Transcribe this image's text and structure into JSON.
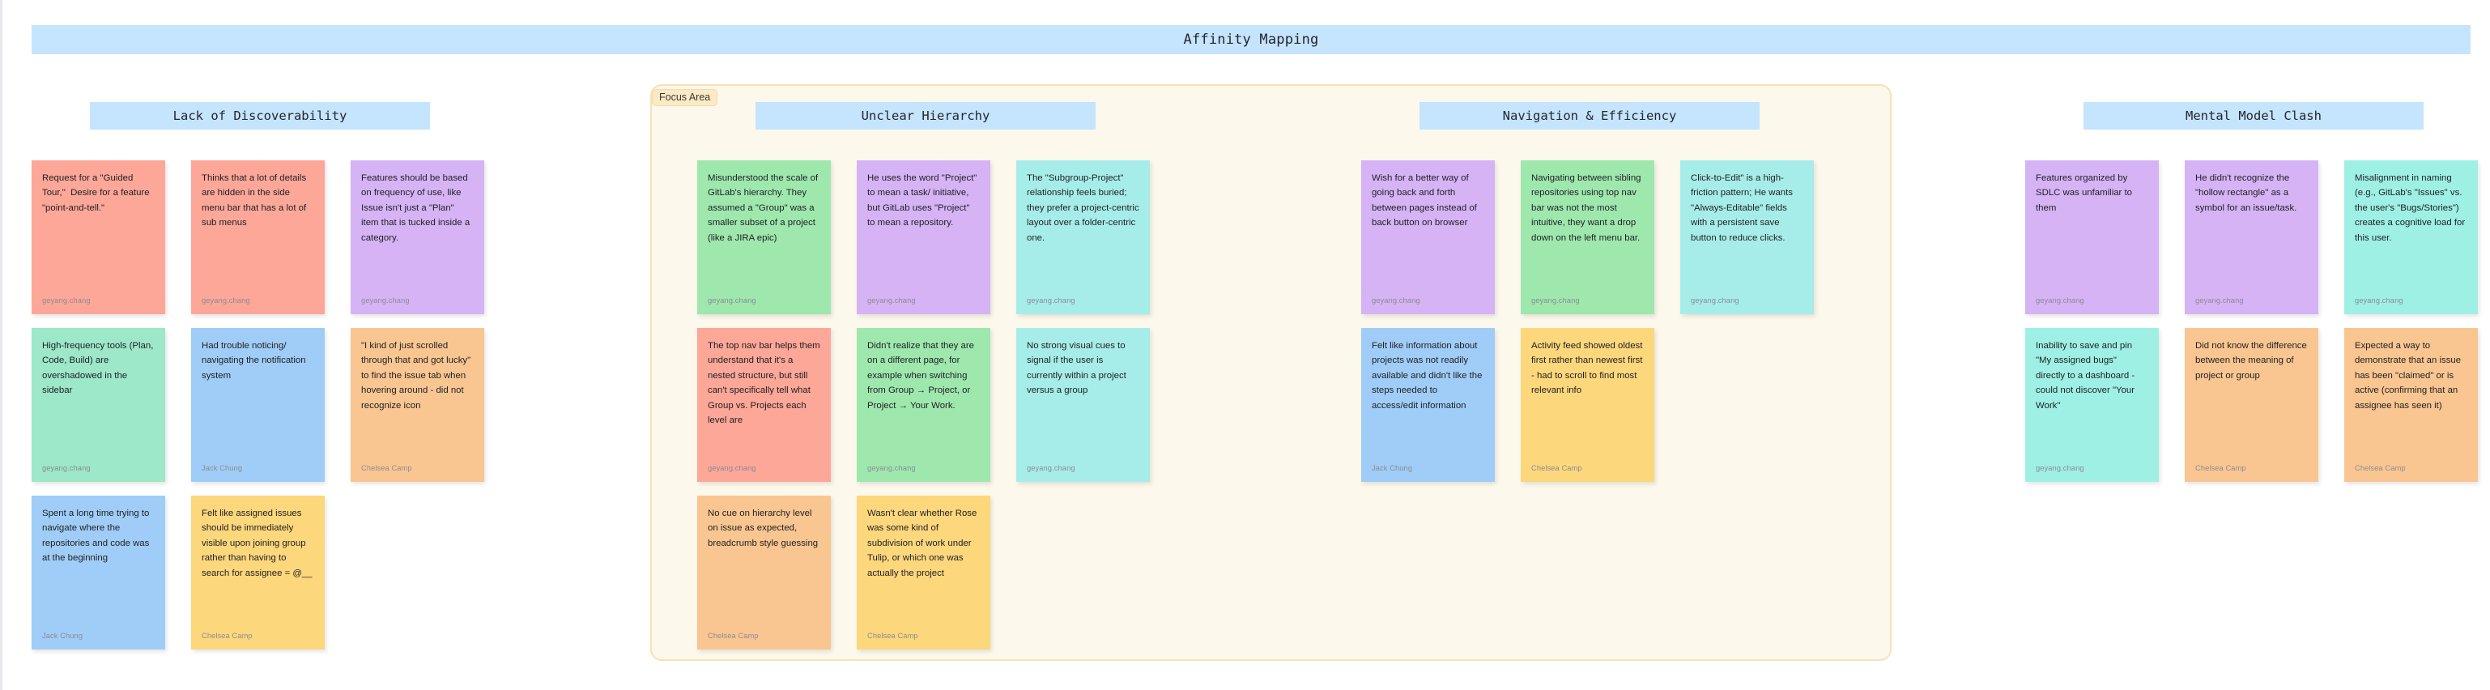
{
  "board": {
    "title": "Affinity Mapping",
    "focus_area_label": "Focus Area",
    "accent_header": "#c5e4fd",
    "focus_bg": "#fdf8ec",
    "focus_border": "#f7e2b6"
  },
  "columns": [
    {
      "id": "discoverability",
      "header": "Lack of Discoverability",
      "cards": [
        {
          "text": "Request for a \"Guided Tour,\"  Desire for a feature \"point-and-tell.\"",
          "author": "geyang.chang",
          "color": "salmon"
        },
        {
          "text": "Thinks that a lot of details are hidden in the side menu bar that has a lot of sub menus",
          "author": "geyang.chang",
          "color": "salmon"
        },
        {
          "text": "Features should be based on frequency of use, like Issue isn't just a \"Plan\" item that is tucked inside a category.",
          "author": "geyang.chang",
          "color": "purple"
        },
        {
          "text": "High-frequency tools (Plan, Code, Build) are overshadowed in the sidebar",
          "author": "geyang.chang",
          "color": "mint"
        },
        {
          "text": "Had trouble noticing/ navigating the notification system",
          "author": "Jack Chung",
          "color": "blue"
        },
        {
          "text": "\"I kind of just scrolled through that and got lucky\" to find the issue tab when hovering around - did not recognize icon",
          "author": "Chelsea Camp",
          "color": "orange"
        },
        {
          "text": "Spent a long time trying to navigate where the repositories and code was at the beginning",
          "author": "Jack Chung",
          "color": "blue"
        },
        {
          "text": "Felt like assigned issues should be immediately visible upon joining group rather than having to search for assignee = @__",
          "author": "Chelsea Camp",
          "color": "yellow"
        }
      ]
    },
    {
      "id": "hierarchy",
      "header": "Unclear Hierarchy",
      "cards": [
        {
          "text": "Misunderstood the scale of GitLab's hierarchy. They assumed a \"Group\" was a smaller subset of a project (like a JIRA epic)",
          "author": "geyang.chang",
          "color": "green"
        },
        {
          "text": "He uses the word \"Project\" to mean a task/ initiative, but GitLab uses \"Project\" to mean a repository.",
          "author": "geyang.chang",
          "color": "purple"
        },
        {
          "text": "The \"Subgroup-Project\" relationship feels buried; they prefer a project-centric layout over a folder-centric one.",
          "author": "geyang.chang",
          "color": "teal"
        },
        {
          "text": "The top nav bar helps them understand that it's a nested structure, but still can't specifically tell what Group vs. Projects each level are",
          "author": "geyang.chang",
          "color": "salmon"
        },
        {
          "text": "Didn't realize that they are on a different page, for example when switching from Group → Project, or Project → Your Work.",
          "author": "geyang.chang",
          "color": "green"
        },
        {
          "text": "No strong visual cues to signal if the user is currently within a project versus a group",
          "author": "geyang.chang",
          "color": "teal"
        },
        {
          "text": "No cue on hierarchy level on issue as expected, breadcrumb style guessing",
          "author": "Chelsea Camp",
          "color": "orange"
        },
        {
          "text": "Wasn't clear whether Rose was some kind of subdivision of work under Tulip, or which one was actually the project",
          "author": "Chelsea Camp",
          "color": "yellow"
        }
      ]
    },
    {
      "id": "navigation",
      "header": "Navigation & Efficiency",
      "cards": [
        {
          "text": "Wish for a better way of going back and forth between pages instead of back button on browser",
          "author": "geyang.chang",
          "color": "purple"
        },
        {
          "text": "Navigating between sibling repositories using top nav bar was not the most intuitive, they want a drop down on the left menu bar.",
          "author": "geyang.chang",
          "color": "green"
        },
        {
          "text": "Click-to-Edit\" is a high-friction pattern; He wants \"Always-Editable\" fields with a persistent save button to reduce clicks.",
          "author": "geyang.chang",
          "color": "teal"
        },
        {
          "text": "Felt like information about projects was not readily available and didn't like the steps needed to access/edit information",
          "author": "Jack Chung",
          "color": "blue"
        },
        {
          "text": "Activity feed showed oldest first rather than newest first - had to scroll to find most relevant info",
          "author": "Chelsea Camp",
          "color": "yellow"
        }
      ]
    },
    {
      "id": "mentalmodel",
      "header": "Mental Model Clash",
      "cards": [
        {
          "text": "Features organized by SDLC was unfamiliar to them",
          "author": "geyang.chang",
          "color": "purple"
        },
        {
          "text": "He didn't recognize the \"hollow rectangle\" as a symbol for an issue/task.",
          "author": "geyang.chang",
          "color": "purple"
        },
        {
          "text": "Misalignment in naming (e.g., GitLab's \"Issues\" vs. the user's \"Bugs/Stories\") creates a cognitive load for this user.",
          "author": "geyang.chang",
          "color": "aqua"
        },
        {
          "text": "Inability to save and pin \"My assigned bugs\" directly to a dashboard - could not discover \"Your Work\"",
          "author": "geyang.chang",
          "color": "aqua"
        },
        {
          "text": "Did not know the difference between the meaning of project or group",
          "author": "Chelsea Camp",
          "color": "orange"
        },
        {
          "text": "Expected a way to demonstrate that an issue has been \"claimed\" or is active (confirming that an assignee has seen it)",
          "author": "Chelsea Camp",
          "color": "orange"
        }
      ]
    }
  ]
}
